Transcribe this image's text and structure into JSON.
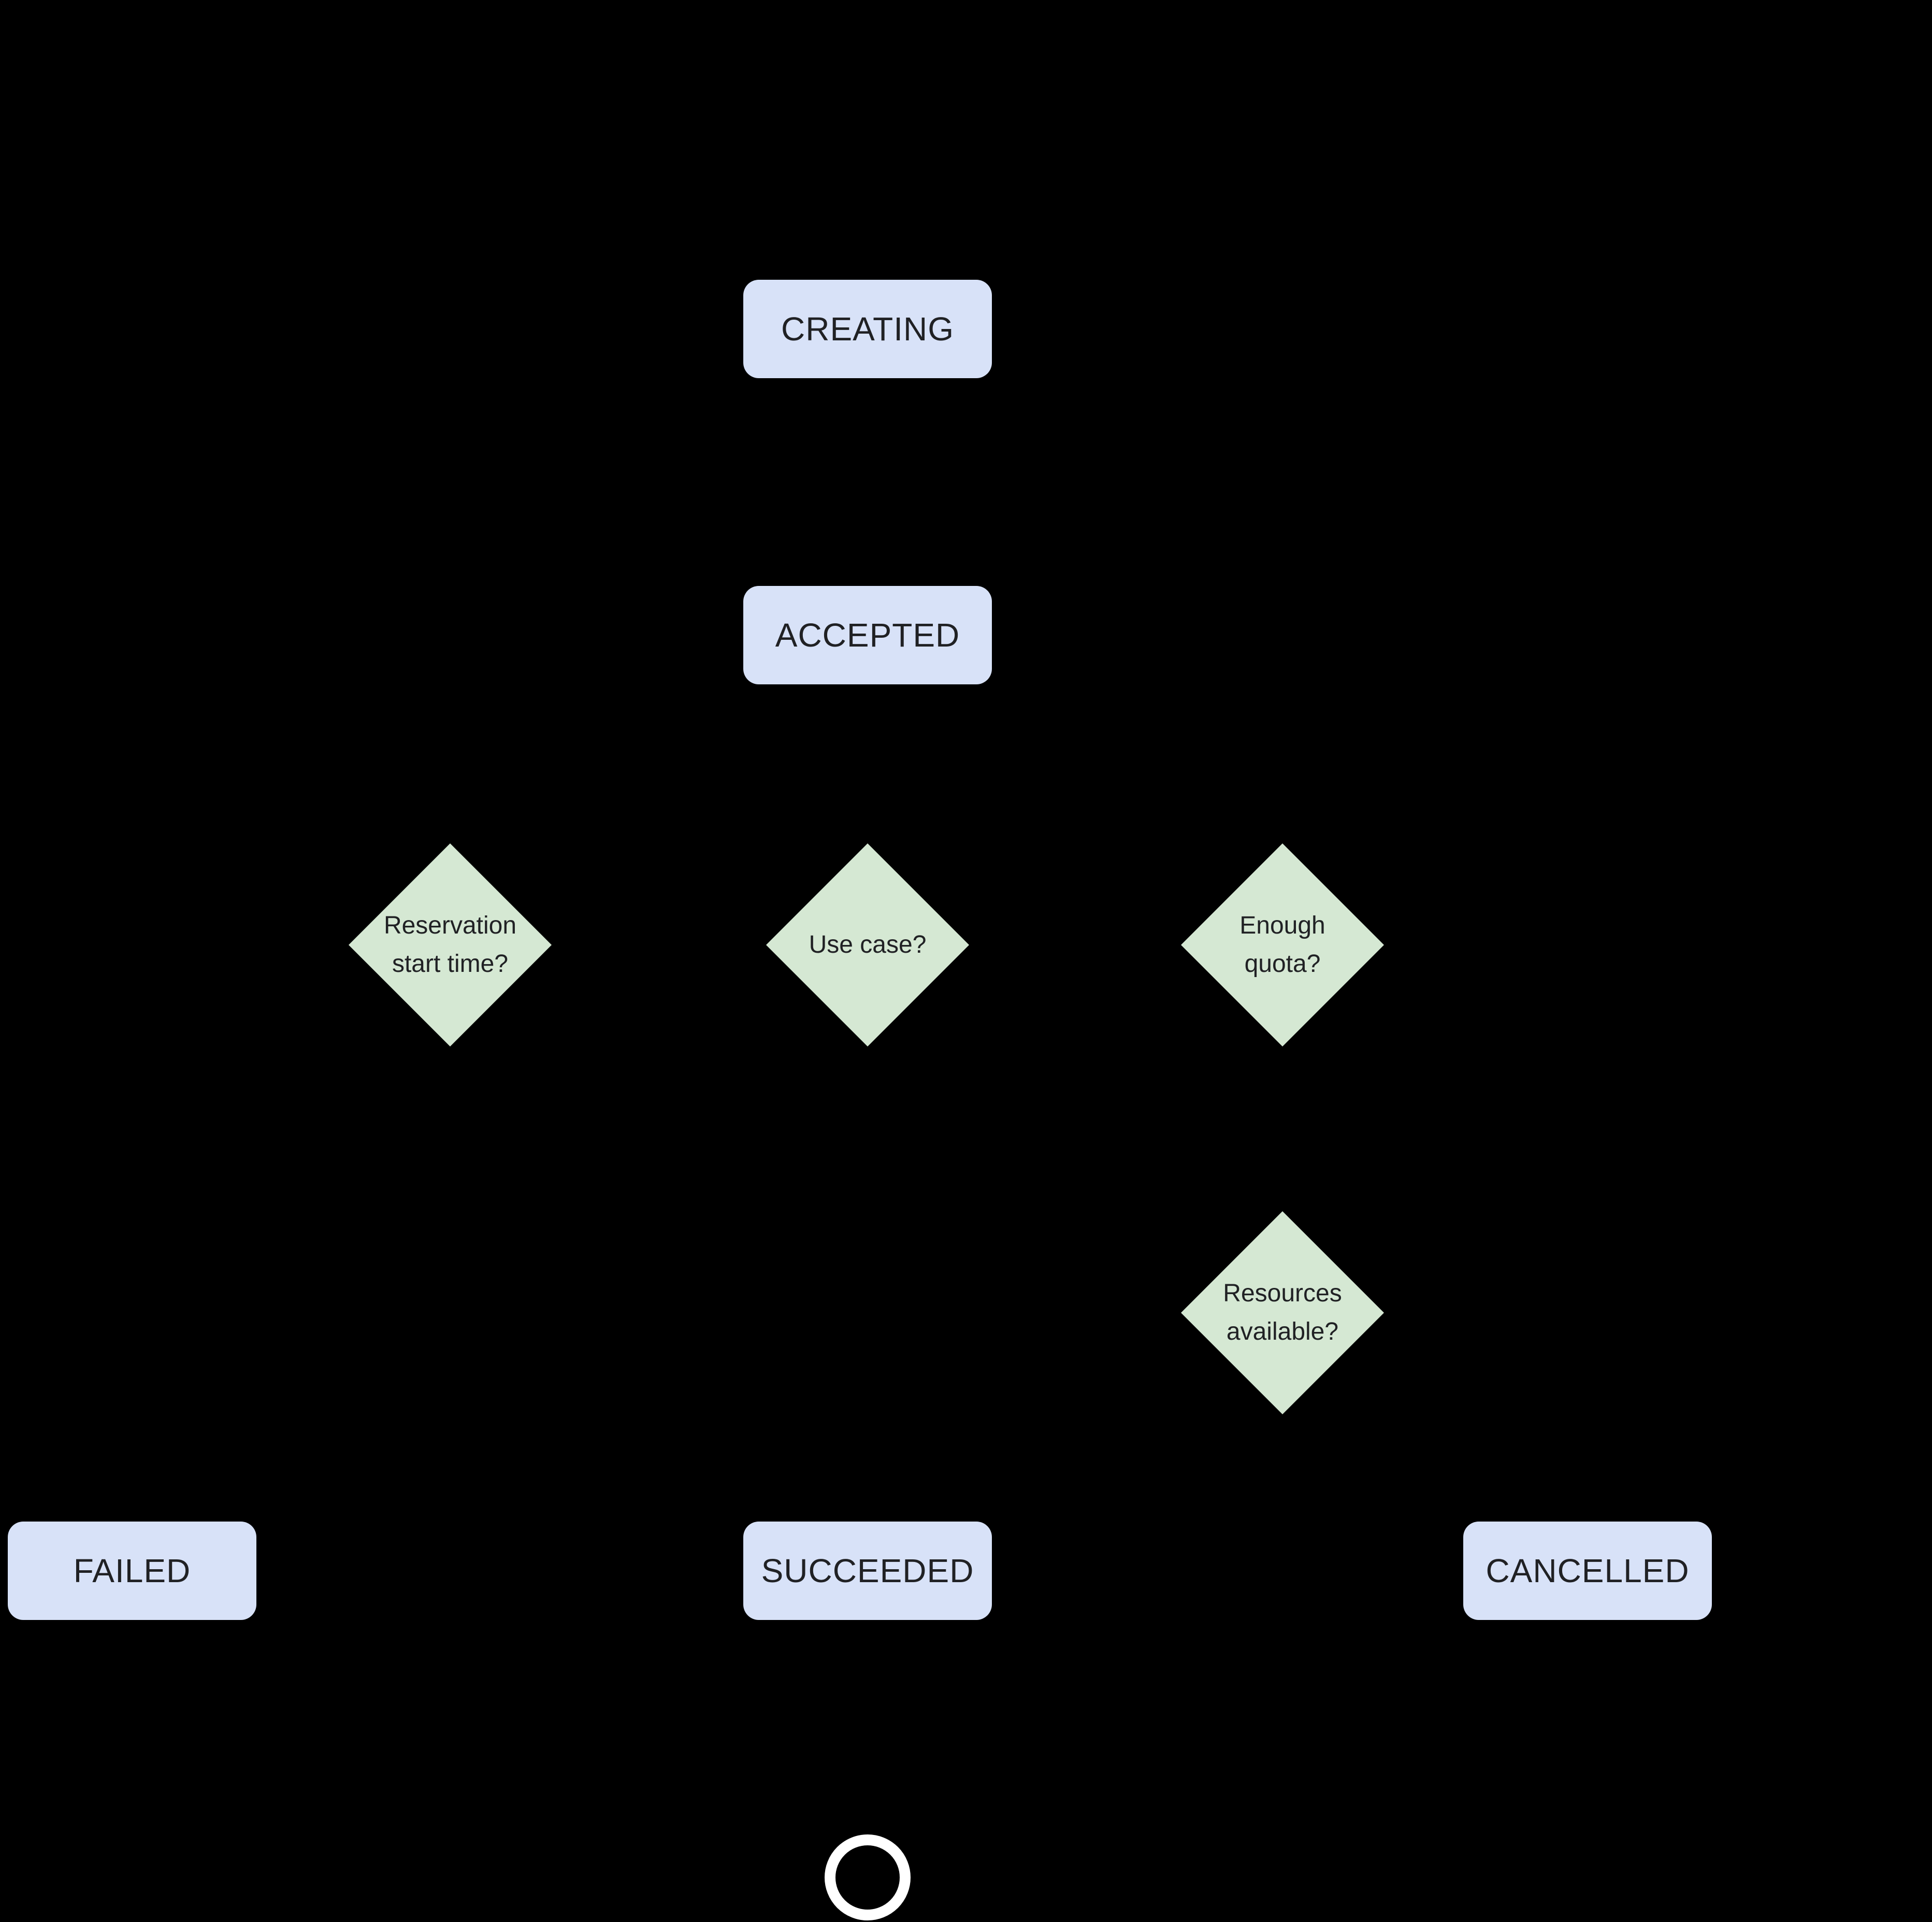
{
  "colors": {
    "background": "#000000",
    "state_fill": "#d8e2f8",
    "decision_fill": "#d5e8d3",
    "text": "#202124",
    "end_ring": "#ffffff"
  },
  "nodes": {
    "creating": {
      "label": "CREATING"
    },
    "accepted": {
      "label": "ACCEPTED"
    },
    "reservation_start_time": {
      "lines": [
        "Reservation",
        "start time?"
      ]
    },
    "use_case": {
      "label": "Use case?"
    },
    "enough_quota": {
      "lines": [
        "Enough",
        "quota?"
      ]
    },
    "resources_available": {
      "lines": [
        "Resources",
        "available?"
      ]
    },
    "failed": {
      "label": "FAILED"
    },
    "succeeded": {
      "label": "SUCCEEDED"
    },
    "cancelled": {
      "label": "CANCELLED"
    },
    "end": {
      "name": "end-state"
    }
  }
}
